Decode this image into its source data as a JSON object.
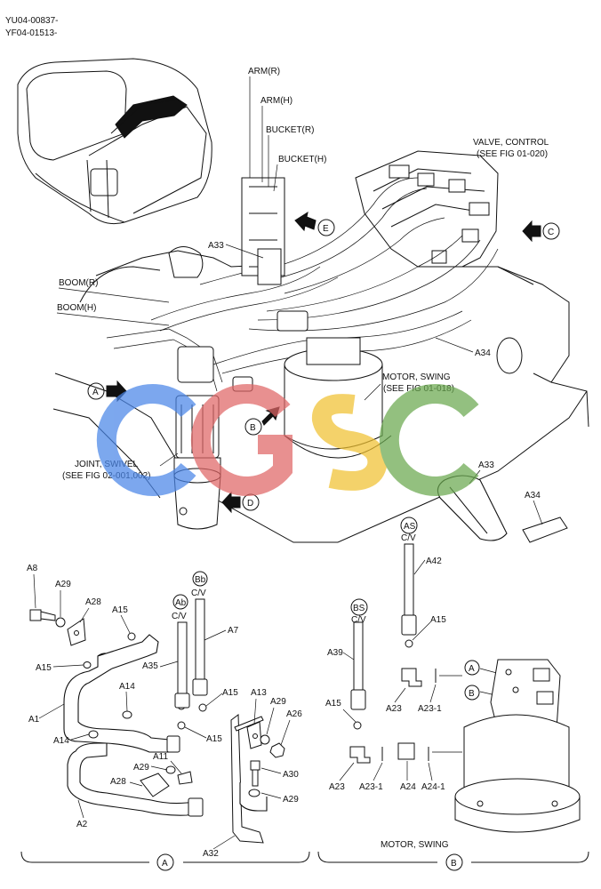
{
  "header": {
    "code1": "YU04-00837-",
    "code2": "YF04-01513-"
  },
  "labels": {
    "arm_r": "ARM(R)",
    "arm_h": "ARM(H)",
    "bucket_r": "BUCKET(R)",
    "bucket_h": "BUCKET(H)",
    "valve1": "VALVE, CONTROL",
    "valve2": "(SEE FIG 01-020)",
    "a33_top": "A33",
    "boom_r": "BOOM(R)",
    "boom_h": "BOOM(H)",
    "a34_mid": "A34",
    "motor1": "MOTOR, SWING",
    "motor2": "(SEE FIG 01-018)",
    "joint1": "JOINT, SWIVEL",
    "joint2": "(SEE FIG 02-001,002)",
    "a33_low": "A33",
    "a34_low": "A34",
    "view_a": "A",
    "view_b": "B",
    "view_c": "C",
    "view_d": "D",
    "view_e": "E"
  },
  "watermark": {
    "text": "GSC",
    "colors": [
      "#4a86e8",
      "#e06666",
      "#f1c232",
      "#6aa84f"
    ]
  },
  "detail_a": {
    "title": "A",
    "parts": {
      "a8": "A8",
      "a29a": "A29",
      "a28a": "A28",
      "a15a": "A15",
      "bb": "Bb",
      "cv1": "C/V",
      "ab": "Ab",
      "cv2": "C/V",
      "a7": "A7",
      "a35": "A35",
      "a15b": "A15",
      "a14a": "A14",
      "a15c": "A15",
      "a13": "A13",
      "a29b": "A29",
      "a26": "A26",
      "a1": "A1",
      "a14b": "A14",
      "a15d": "A15",
      "a11": "A11",
      "a29c": "A29",
      "a30": "A30",
      "a28b": "A28",
      "a29d": "A29",
      "a2": "A2",
      "a32": "A32"
    }
  },
  "detail_b": {
    "title": "B",
    "parts": {
      "as": "AS",
      "cv3": "C/V",
      "a42": "A42",
      "bs": "BS",
      "cv4": "C/V",
      "a15e": "A15",
      "a39": "A39",
      "a23a": "A23",
      "a23_1a": "A23-1",
      "tag_a": "A",
      "tag_b": "B",
      "a15f": "A15",
      "a23b": "A23",
      "a23_1b": "A23-1",
      "a24": "A24",
      "a24_1": "A24-1",
      "motor": "MOTOR, SWING"
    }
  }
}
